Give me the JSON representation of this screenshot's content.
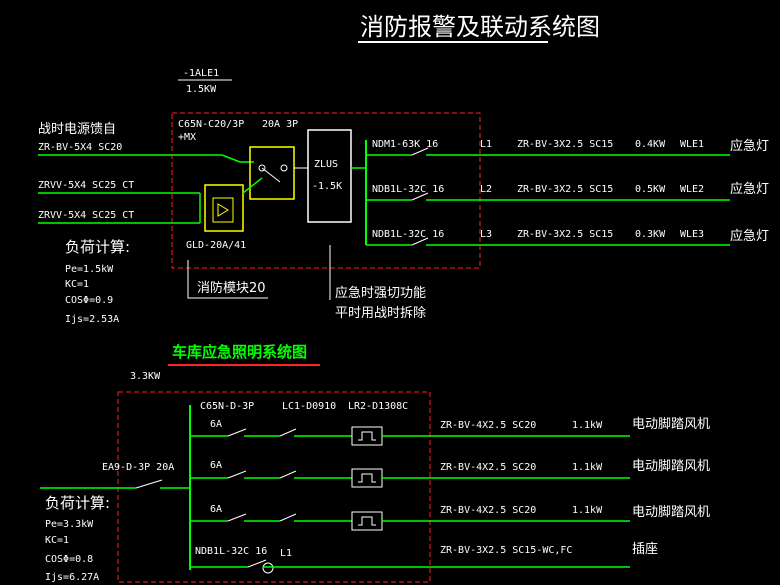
{
  "title": "消防报警及联动系统图",
  "top": {
    "breaker_id": "-1ALE1",
    "power": "1.5KW",
    "source_label": "战时电源馈自",
    "feeder1": "ZR-BV-5X4 SC20",
    "feeder2": "ZRVV-5X4 SC25 CT",
    "feeder3": "ZRVV-5X4 SC25 CT",
    "main_breaker": "C65N-C20/3P",
    "main_breaker_aux": "+MX",
    "switch_rating": "20A 3P",
    "transfer_box_line1": "ZLUS",
    "transfer_box_line2": "-1.5K",
    "transfer_model": "GLD-20A/41",
    "fire_module": "消防模块20",
    "load_calc": {
      "heading": "负荷计算:",
      "pe": "Pe=1.5kW",
      "kc": "KC=1",
      "cos": "COSΦ=0.9",
      "ijs": "Ijs=2.53A"
    },
    "note_line1": "应急时强切功能",
    "note_line2": "平时用战时拆除",
    "circuits": [
      {
        "breaker": "NDM1-63K 16",
        "id": "L1",
        "cable": "ZR-BV-3X2.5 SC15",
        "power": "0.4KW",
        "loop": "WLE1",
        "load": "应急灯"
      },
      {
        "breaker": "NDB1L-32C 16",
        "id": "L2",
        "cable": "ZR-BV-3X2.5 SC15",
        "power": "0.5KW",
        "loop": "WLE2",
        "load": "应急灯"
      },
      {
        "breaker": "NDB1L-32C 16",
        "id": "L3",
        "cable": "ZR-BV-3X2.5 SC15",
        "power": "0.3KW",
        "loop": "WLE3",
        "load": "应急灯"
      }
    ]
  },
  "bottom": {
    "subtitle": "车库应急照明系统图",
    "power": "3.3KW",
    "main_breaker": "EA9-D-3P 20A",
    "branch_breaker": "C65N-D-3P",
    "branch_rating": "6A",
    "contactor": "LC1-D0910",
    "relay": "LR2-D1308C",
    "load_calc": {
      "heading": "负荷计算:",
      "pe": "Pe=3.3kW",
      "kc": "KC=1",
      "cos": "COSΦ=0.8",
      "ijs": "Ijs=6.27A"
    },
    "circuits": [
      {
        "breaker": "6A",
        "cable": "ZR-BV-4X2.5 SC20",
        "power": "1.1kW",
        "load": "电动脚踏风机"
      },
      {
        "breaker": "6A",
        "cable": "ZR-BV-4X2.5 SC20",
        "power": "1.1kW",
        "load": "电动脚踏风机"
      },
      {
        "breaker": "6A",
        "cable": "ZR-BV-4X2.5 SC20",
        "power": "1.1kW",
        "load": "电动脚踏风机"
      }
    ],
    "socket_circuit": {
      "breaker": "NDB1L-32C 16",
      "id": "L1",
      "cable": "ZR-BV-3X2.5 SC15-WC,FC",
      "load": "插座"
    }
  },
  "colors": {
    "wire": "#00ff00",
    "box": "#ff2020",
    "device": "#ffff00",
    "text": "#ffffff",
    "title_underline": "#ff2020"
  }
}
